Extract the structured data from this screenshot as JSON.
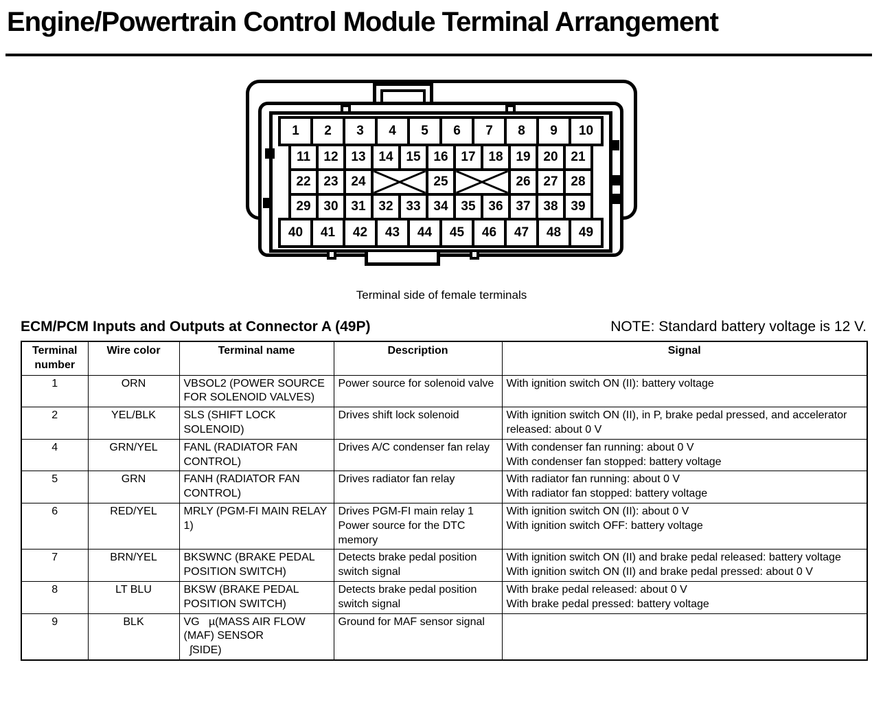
{
  "colors": {
    "ink": "#000000",
    "paper": "#ffffff"
  },
  "page": {
    "title": "Engine/Powertrain Control Module Terminal Arrangement",
    "caption": "Terminal side of female terminals",
    "section_title": "ECM/PCM Inputs and Outputs at Connector A (49P)",
    "note": "NOTE: Standard battery voltage is 12 V."
  },
  "connector": {
    "rows": [
      {
        "size": "large",
        "cells": [
          "1",
          "2",
          "3",
          "4",
          "5",
          "6",
          "7",
          "8",
          "9",
          "10"
        ]
      },
      {
        "size": "small",
        "cells": [
          "11",
          "12",
          "13",
          "14",
          "15",
          "16",
          "17",
          "18",
          "19",
          "20",
          "21"
        ]
      },
      {
        "size": "small",
        "cells": [
          "22",
          "23",
          "24",
          {
            "blocked": true,
            "span": 2
          },
          "25",
          {
            "blocked": true,
            "span": 2
          },
          "26",
          "27",
          "28"
        ]
      },
      {
        "size": "small",
        "cells": [
          "29",
          "30",
          "31",
          "32",
          "33",
          "34",
          "35",
          "36",
          "37",
          "38",
          "39"
        ]
      },
      {
        "size": "large",
        "cells": [
          "40",
          "41",
          "42",
          "43",
          "44",
          "45",
          "46",
          "47",
          "48",
          "49"
        ]
      }
    ]
  },
  "table": {
    "headers": [
      "Terminal\nnumber",
      "Wire color",
      "Terminal name",
      "Description",
      "Signal"
    ],
    "rows": [
      {
        "terminal": "1",
        "wire_color": "ORN",
        "terminal_name": "VBSOL2 (POWER SOURCE FOR SOLENOID VALVES)",
        "description": "Power source for solenoid valve",
        "signal": "With ignition switch ON (II): battery voltage"
      },
      {
        "terminal": "2",
        "wire_color": "YEL/BLK",
        "terminal_name": "SLS (SHIFT LOCK SOLENOID)",
        "description": "Drives shift lock solenoid",
        "signal": "With ignition switch ON (II), in P, brake pedal pressed, and accelerator released: about 0 V"
      },
      {
        "terminal": "4",
        "wire_color": "GRN/YEL",
        "terminal_name": "FANL (RADIATOR FAN CONTROL)",
        "description": "Drives A/C condenser fan relay",
        "signal": "With condenser fan running: about 0 V\nWith condenser fan stopped: battery voltage"
      },
      {
        "terminal": "5",
        "wire_color": "GRN",
        "terminal_name": "FANH (RADIATOR FAN CONTROL)",
        "description": "Drives radiator fan relay",
        "signal": "With radiator fan running: about 0 V\nWith radiator fan stopped: battery voltage"
      },
      {
        "terminal": "6",
        "wire_color": "RED/YEL",
        "terminal_name": "MRLY (PGM-FI MAIN RELAY 1)",
        "description": "Drives PGM-FI main relay 1\nPower source for the DTC memory",
        "signal": "With ignition switch ON (II): about 0 V\nWith ignition switch OFF: battery voltage"
      },
      {
        "terminal": "7",
        "wire_color": "BRN/YEL",
        "terminal_name": "BKSWNC (BRAKE PEDAL POSITION SWITCH)",
        "description": "Detects brake pedal position switch signal",
        "signal": "With ignition switch ON (II) and brake pedal released: battery voltage\nWith ignition switch ON (II) and brake pedal pressed: about 0 V"
      },
      {
        "terminal": "8",
        "wire_color": "LT BLU",
        "terminal_name": "BKSW (BRAKE PEDAL POSITION SWITCH)",
        "description": "Detects brake pedal position switch signal",
        "signal": "With brake pedal released: about 0 V\nWith brake pedal pressed: battery voltage"
      },
      {
        "terminal": "9",
        "wire_color": "BLK",
        "terminal_name": "VG   µ(MASS AIR FLOW\n(MAF) SENSOR\n  ʃSIDE)",
        "description": "Ground for MAF sensor signal",
        "signal": ""
      }
    ]
  }
}
